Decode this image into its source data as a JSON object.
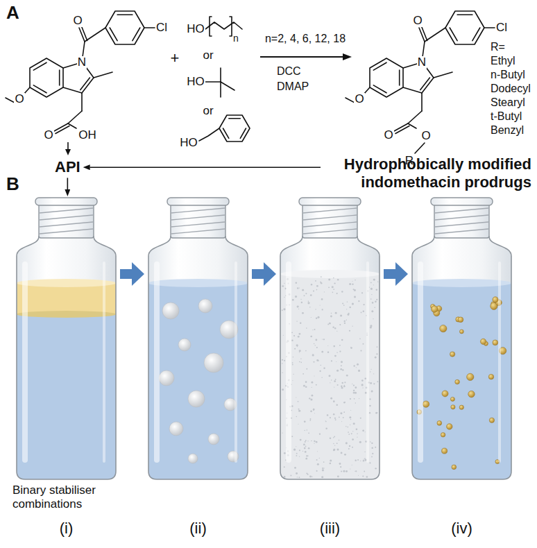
{
  "diagram": {
    "nodes": [
      {
        "text": [
          "API"
        ]
      },
      {
        "text": [
          "Hydrophobically modified indomethacin prodrugs"
        ]
      },
      {
        "text": [
          "Binary stabiliser combinations",
          "(i)"
        ]
      },
      {
        "text": [
          "(ii)"
        ]
      },
      {
        "text": [
          "(iii)"
        ]
      },
      {
        "text": [
          "(iv)"
        ]
      }
    ],
    "edges": [
      {
        "from": 1,
        "to": 0,
        "arrow": "to"
      },
      {
        "from": 0,
        "to": 2,
        "arrow": "to"
      },
      {
        "from": 2,
        "to": 3,
        "arrow": "to"
      },
      {
        "from": 3,
        "to": 4,
        "arrow": "to"
      },
      {
        "from": 4,
        "to": 5,
        "arrow": "to"
      }
    ],
    "labels": [
      "A",
      "O",
      "Cl",
      "N",
      "O",
      "O",
      "OH",
      "+",
      "HO",
      "n",
      "or",
      "HO",
      "or",
      "HO",
      "n=2, 4, 6, 12, 18",
      "DCC",
      "DMAP",
      "O",
      "Cl",
      "N",
      "O",
      "O",
      "O",
      "R",
      "R=",
      "Ethyl",
      "n-Butyl",
      "Dodecyl",
      "Stearyl",
      "t-Butyl",
      "Benzyl",
      "B"
    ]
  }
}
